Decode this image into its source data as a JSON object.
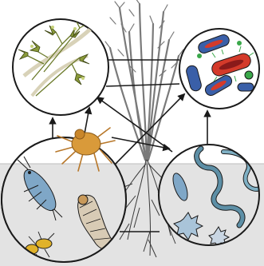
{
  "diagram": {
    "nodes": [
      {
        "id": "soil-fungi",
        "icon": "fungal-hyphae-icon"
      },
      {
        "id": "soil-bacteria",
        "icon": "bacteria-icon"
      },
      {
        "id": "soil-microarthropods",
        "icon": "springtail-mite-termite-larva-icon"
      },
      {
        "id": "soil-nematodes-protozoa",
        "icon": "nematode-protozoa-icon"
      }
    ],
    "center": {
      "icon": "grass-plant-with-roots-icon"
    },
    "edges": [
      {
        "from": "soil-microarthropods",
        "to": "soil-fungi"
      },
      {
        "from": "soil-microarthropods",
        "to": "soil-bacteria"
      },
      {
        "from": "soil-nematodes-protozoa",
        "to": "soil-fungi"
      },
      {
        "from": "soil-nematodes-protozoa",
        "to": "soil-bacteria"
      },
      {
        "from": "mite",
        "to": "soil-nematodes-protozoa"
      }
    ],
    "colors": {
      "soil": "#e3e3e3",
      "ground-line": "#bdbdbd",
      "outline": "#1a1a1a",
      "plant": "#7a7a7a",
      "fungi": "#8a9a3a",
      "bacteria-red": "#d43a2a",
      "bacteria-blue": "#3a5fa8",
      "bacteria-green": "#3aa84a",
      "mite": "#d99a3a",
      "springtail": "#7fa7c7",
      "larva": "#d8cbb5",
      "termite": "#e0b22a",
      "nematode": "#5d8fa6"
    }
  }
}
